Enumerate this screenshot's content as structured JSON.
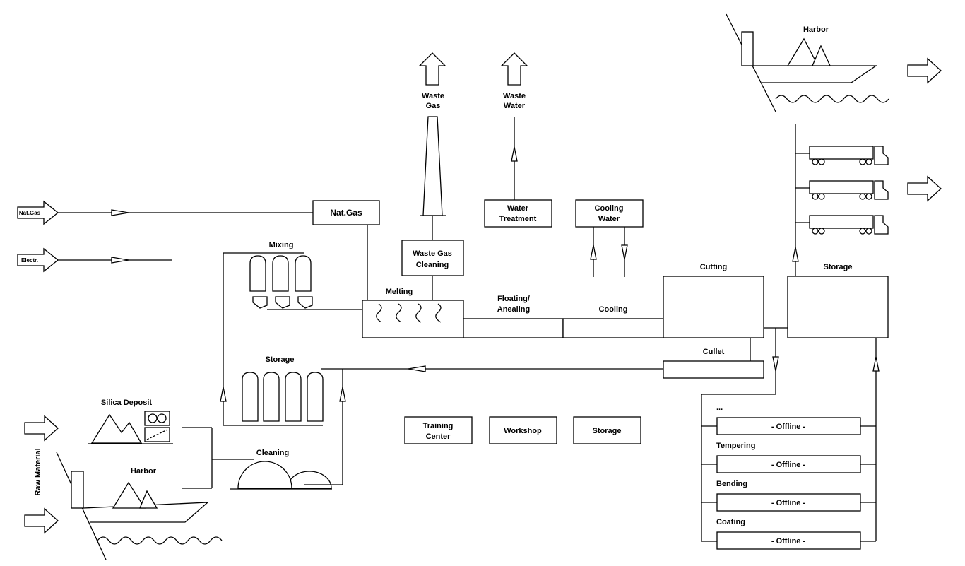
{
  "labels": {
    "harbor_top": "Harbor",
    "waste_gas_l1": "Waste",
    "waste_gas_l2": "Gas",
    "waste_water_l1": "Waste",
    "waste_water_l2": "Water",
    "nat_gas_input": "Nat.Gas",
    "electr_input": "Electr.",
    "nat_gas_box": "Nat.Gas",
    "water_treatment_l1": "Water",
    "water_treatment_l2": "Treatment",
    "cooling_water_l1": "Cooling",
    "cooling_water_l2": "Water",
    "waste_gas_cleaning_l1": "Waste Gas",
    "waste_gas_cleaning_l2": "Cleaning",
    "mixing": "Mixing",
    "melting": "Melting",
    "floating_l1": "Floating/",
    "floating_l2": "Anealing",
    "cooling": "Cooling",
    "cutting": "Cutting",
    "storage_right": "Storage",
    "cullet": "Cullet",
    "storage_mid": "Storage",
    "silica_deposit": "Silica Deposit",
    "harbor_bottom": "Harbor",
    "raw_material": "Raw Material",
    "cleaning": "Cleaning",
    "training_l1": "Training",
    "training_l2": "Center",
    "workshop": "Workshop",
    "storage_bottom": "Storage",
    "ellipsis": "...",
    "offline": "- Offline -",
    "tempering": "Tempering",
    "bending": "Bending",
    "coating": "Coating"
  },
  "colors": {
    "stroke": "#000000",
    "background": "#ffffff"
  }
}
